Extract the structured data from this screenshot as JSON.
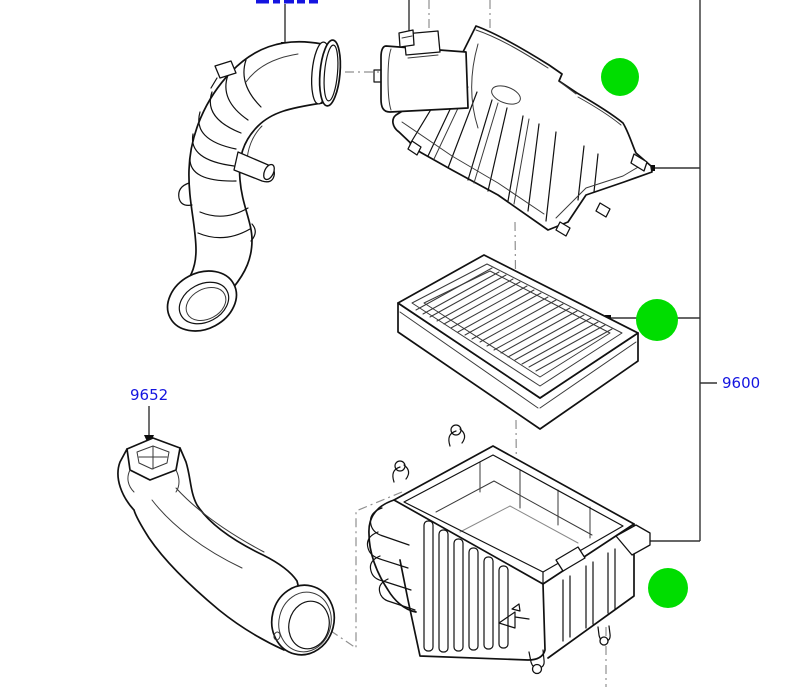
{
  "diagram": {
    "type": "exploded-parts-diagram",
    "subject": "air-cleaner-assembly",
    "part_labels": {
      "intake_duct": "9652",
      "air_cleaner_assembly": "9600"
    },
    "cropped_top_label_text": "",
    "parts": [
      {
        "id": "intake-hose",
        "callout": "cropped-top-label"
      },
      {
        "id": "air-cleaner-cover",
        "callout": "9600-bracket",
        "has_marker": true
      },
      {
        "id": "filter-element",
        "callout": "9600-bracket",
        "has_marker": true
      },
      {
        "id": "lower-housing",
        "callout": "9600-bracket",
        "has_marker": true
      },
      {
        "id": "intake-duct",
        "callout": "9652"
      }
    ],
    "marker_count": 3
  },
  "colors": {
    "marker_green": "#00DD00",
    "label_blue": "#1414E0",
    "line": "#111111",
    "centerline_gray": "#8f8f8f",
    "background": "#ffffff"
  }
}
